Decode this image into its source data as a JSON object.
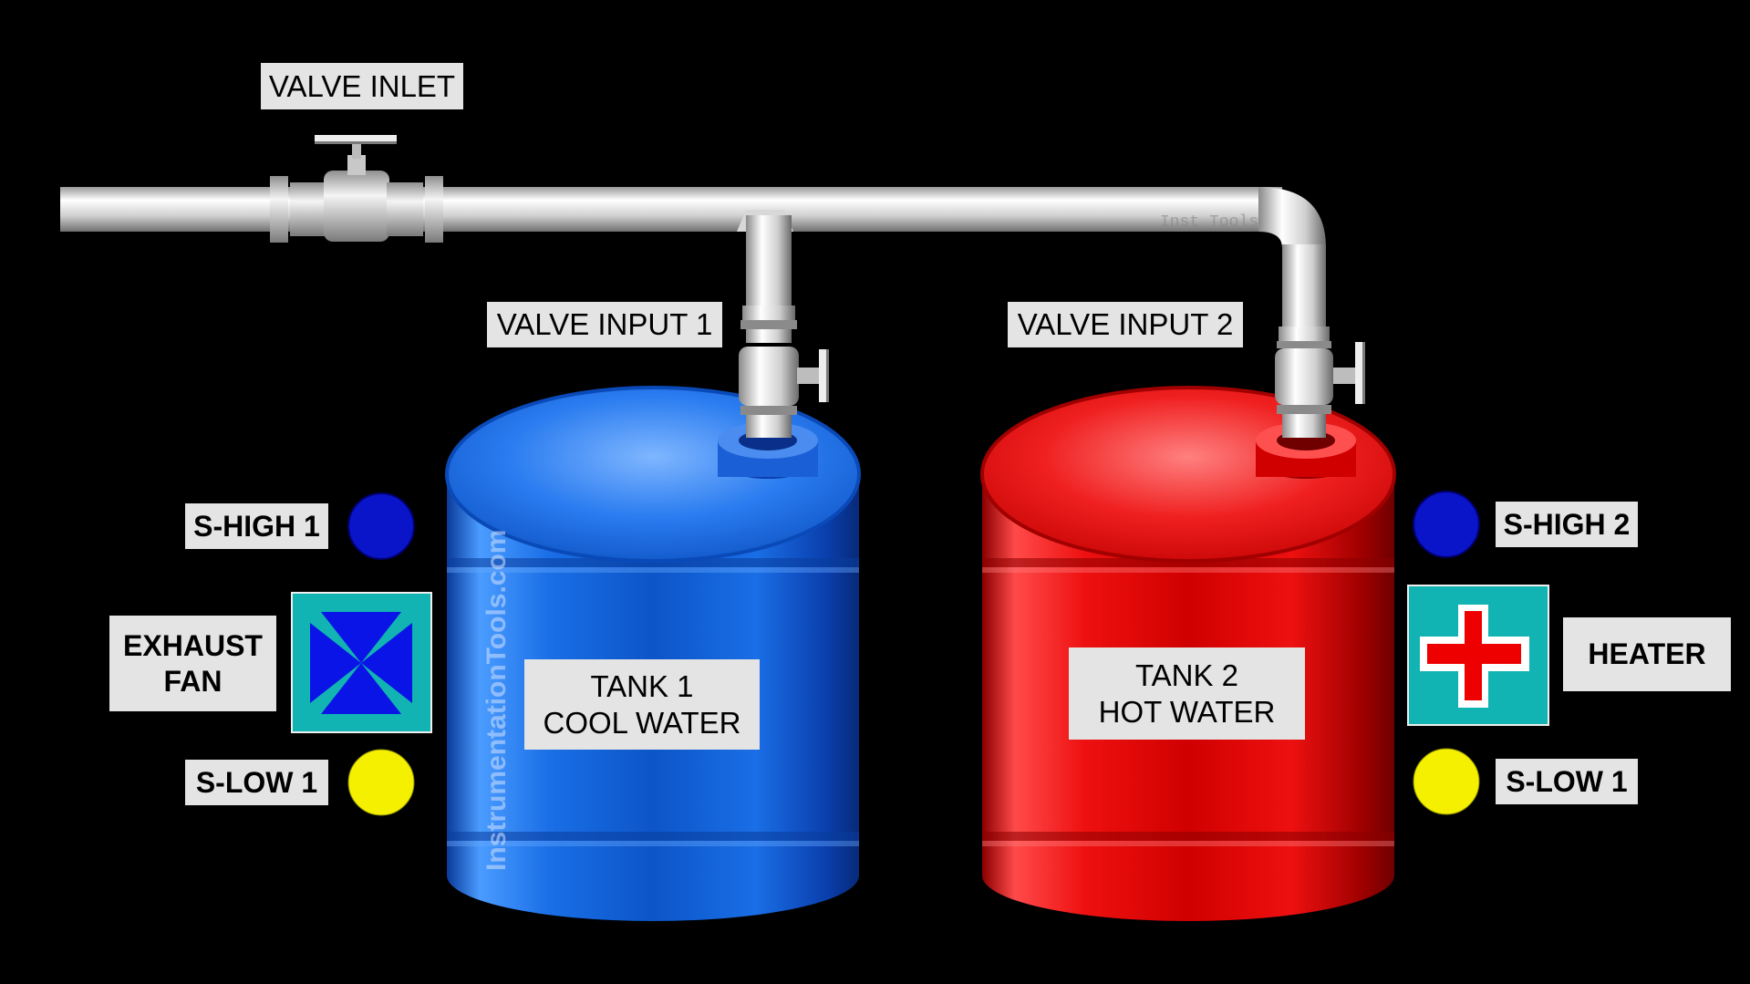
{
  "labels": {
    "valve_inlet": "VALVE INLET",
    "valve_input_1": "VALVE INPUT 1",
    "valve_input_2": "VALVE INPUT 2",
    "tank1_line1": "TANK 1",
    "tank1_line2": "COOL WATER",
    "tank2_line1": "TANK 2",
    "tank2_line2": "HOT WATER",
    "s_high_1": "S-HIGH 1",
    "s_low_1_left": "S-LOW 1",
    "exhaust_fan_line1": "EXHAUST",
    "exhaust_fan_line2": "FAN",
    "s_high_2": "S-HIGH 2",
    "s_low_1_right": "S-LOW 1",
    "heater": "HEATER"
  },
  "watermarks": {
    "vertical": "InstrumentationTools.com",
    "corner": "Inst Tools"
  },
  "indicators": {
    "s_high_1": "blue",
    "s_low_1_left": "yellow",
    "s_high_2": "blue",
    "s_low_1_right": "yellow"
  },
  "icons": {
    "exhaust_fan": "fan-icon",
    "heater": "heater-icon",
    "valve_inlet": "gate-valve-icon",
    "valve_input_1": "gate-valve-icon",
    "valve_input_2": "gate-valve-icon"
  },
  "colors": {
    "background": "#000000",
    "label_bg": "#e4e4e4",
    "tank1": "#1668e0",
    "tank2": "#e80000",
    "indicator_high": "#0a14c8",
    "indicator_low": "#f5f000",
    "device_panel": "#12b3b3",
    "fan_blades": "#0a14e6",
    "heater_cross": "#ee0000",
    "pipe": "#d8d8d8"
  }
}
